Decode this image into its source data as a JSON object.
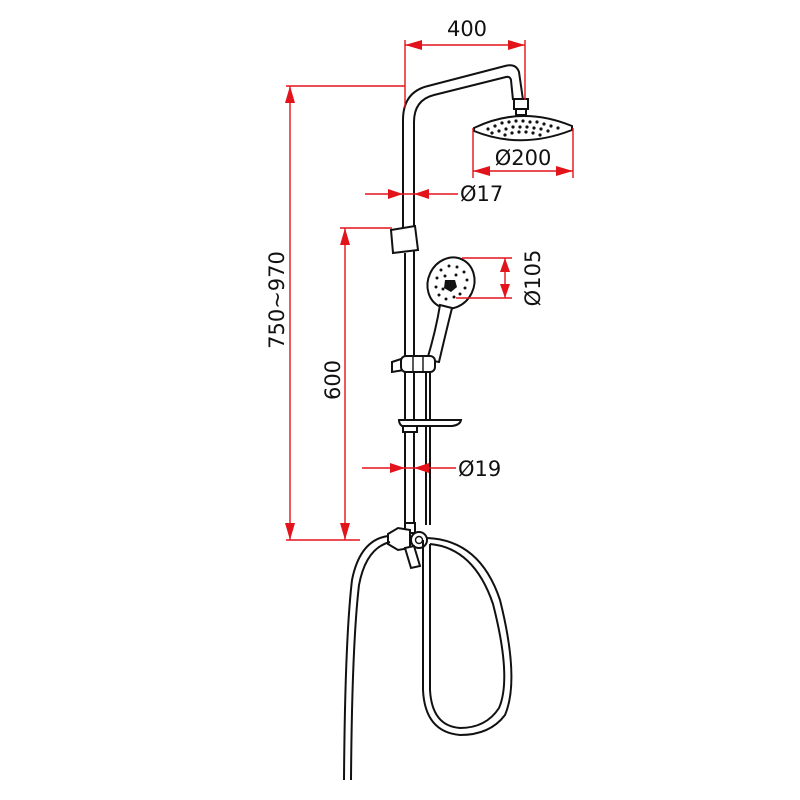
{
  "drawing": {
    "title": "Shower system dimension drawing",
    "units": "mm",
    "dimension_color": "#e3131b",
    "line_color": "#111111",
    "background": "#ffffff"
  },
  "dimensions": {
    "arm_reach": "400",
    "head_diameter": "Ø200",
    "upper_pipe_diameter": "Ø17",
    "hand_shower_diameter": "Ø105",
    "total_height": "750~970",
    "rail_height": "600",
    "lower_pipe_diameter": "Ø19"
  },
  "components": [
    "overhead-shower-head",
    "shower-arm",
    "upper-pipe",
    "height-adjust-clamp",
    "hand-shower",
    "hand-shower-holder",
    "soap-dish",
    "lower-pipe",
    "diverter-valve",
    "shower-hose"
  ]
}
